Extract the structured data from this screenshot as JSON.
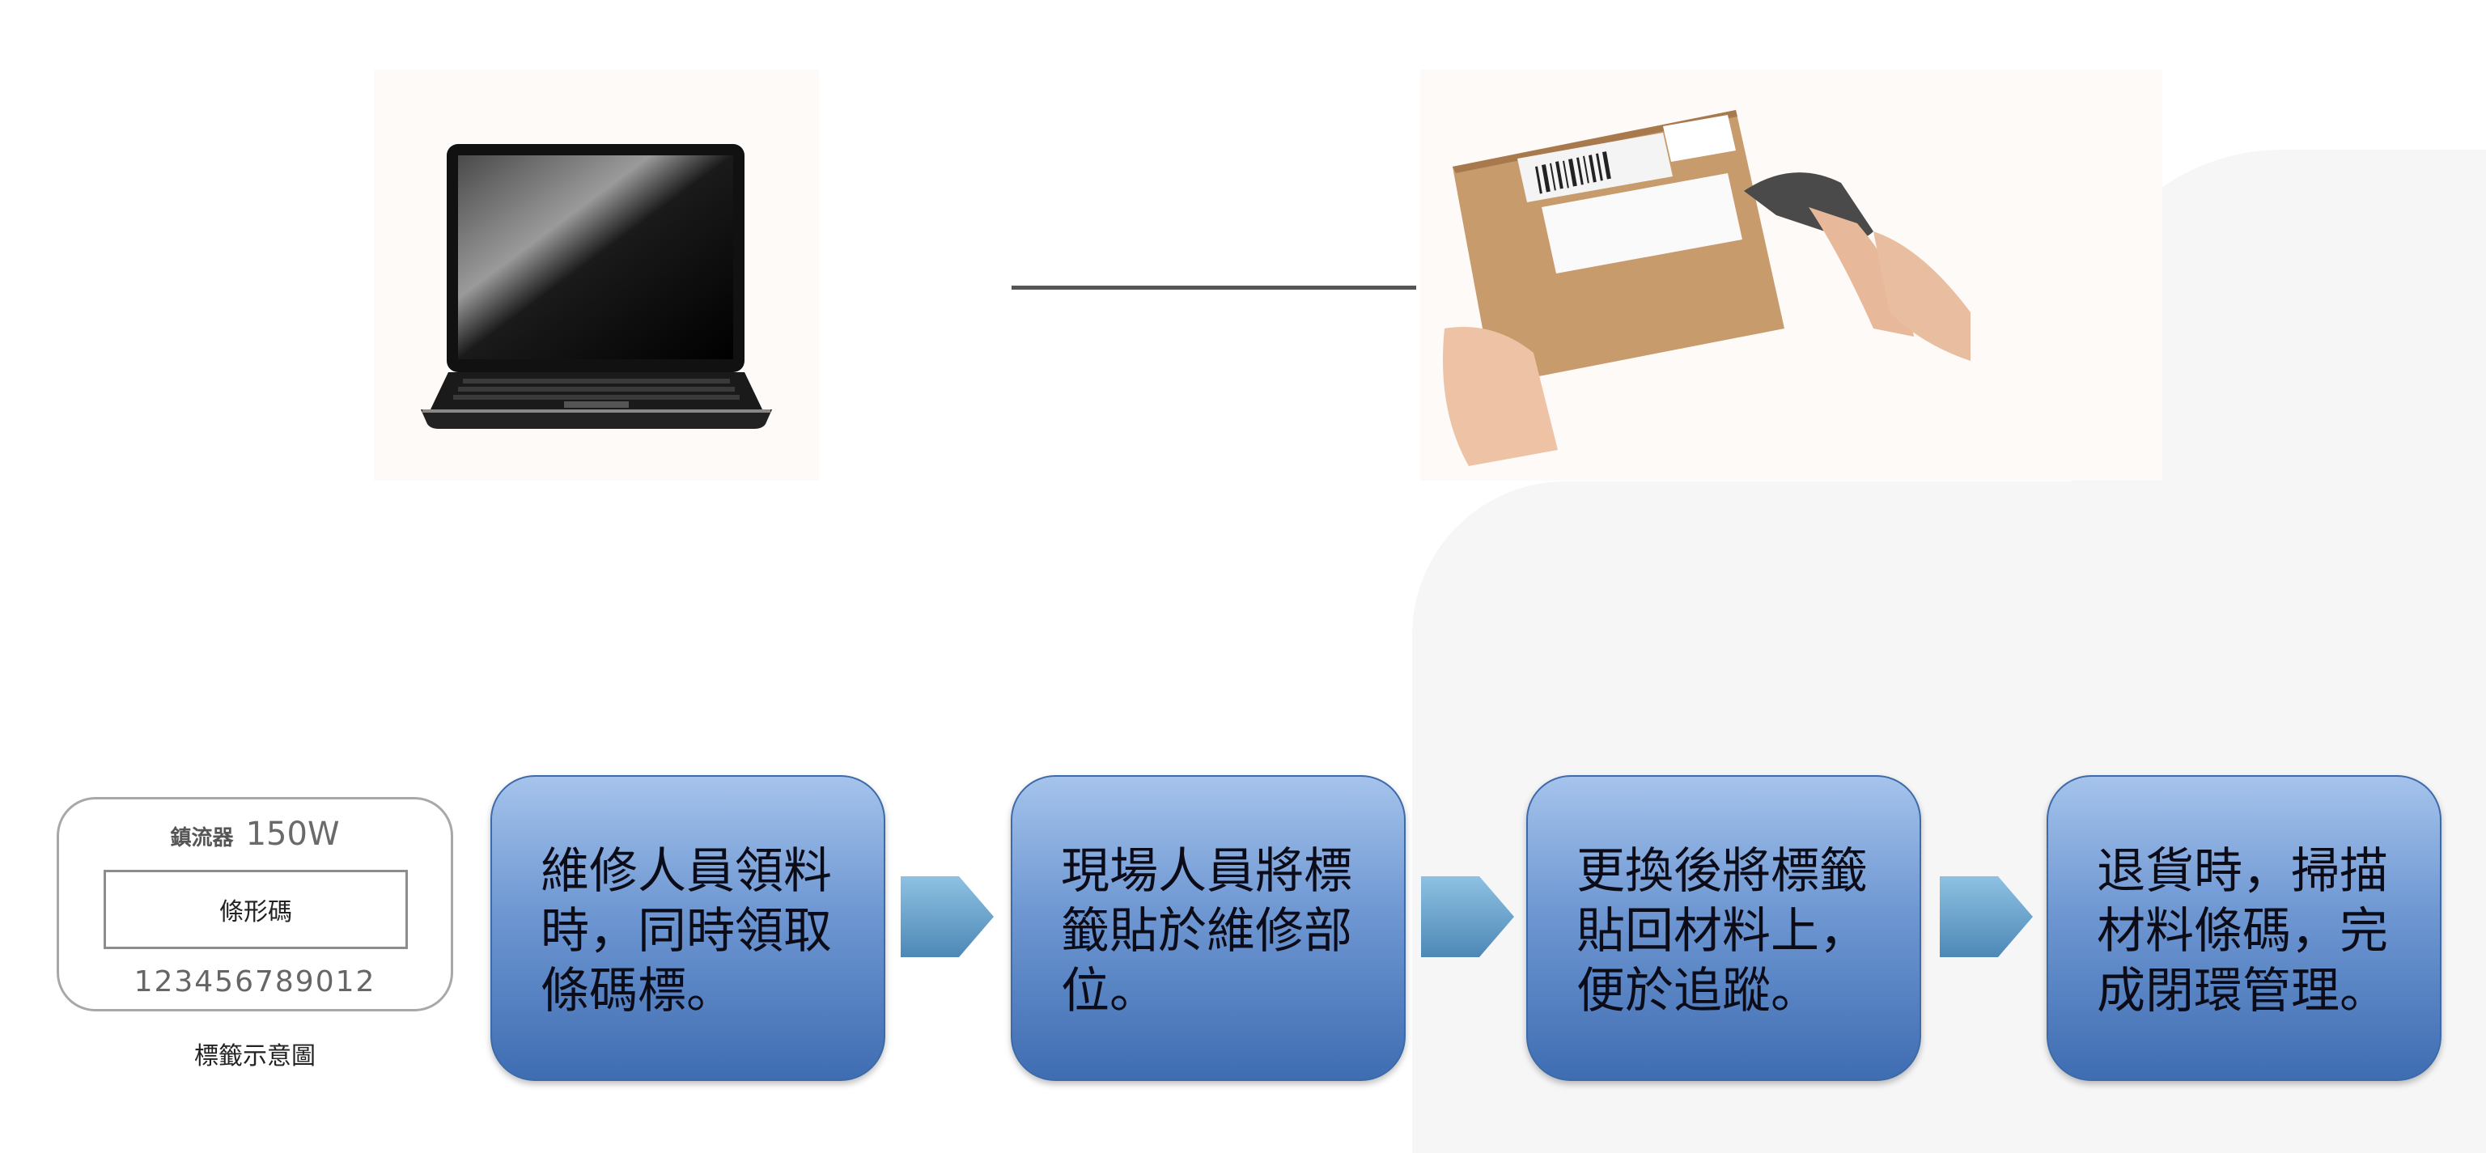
{
  "label_sample": {
    "device_name": "鎮流器",
    "wattage": "150W",
    "barcode_label": "條形碼",
    "serial_number": "123456789012",
    "caption": "標籤示意圖"
  },
  "images": {
    "laptop": "laptop-illustration",
    "scanner": "barcode-scanner-photo"
  },
  "steps": [
    {
      "text": "維修人員領料時，同時領取條碼標。"
    },
    {
      "text": "現場人員將標籤貼於維修部位。"
    },
    {
      "text": "更換後將標籤貼回材料上，便於追蹤。"
    },
    {
      "text": "退貨時，掃描材料條碼，完成閉環管理。"
    }
  ],
  "colors": {
    "step_top": "#a5c3ec",
    "step_bottom": "#3f6db2",
    "arrow": "#5f9ac6",
    "line": "#555555"
  }
}
